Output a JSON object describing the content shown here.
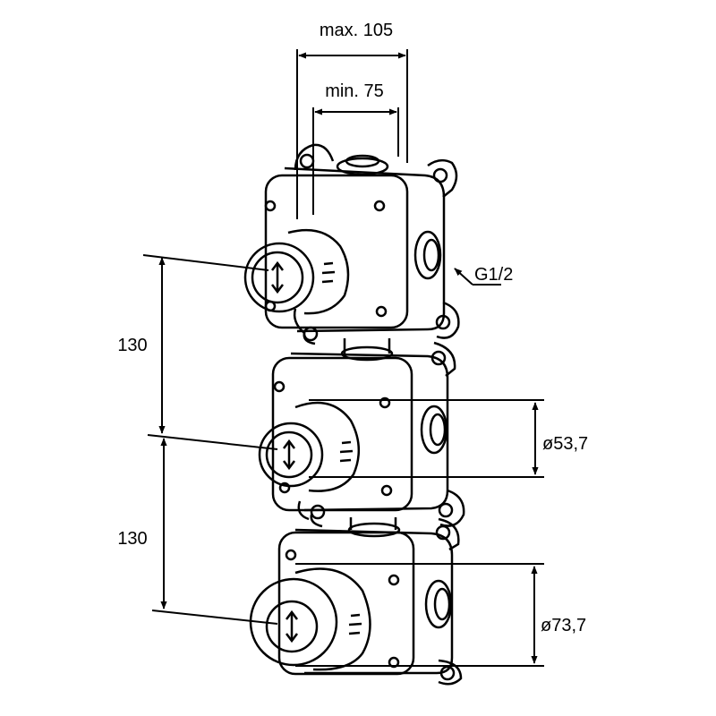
{
  "dimensions": {
    "max_width": "max. 105",
    "min_width": "min. 75",
    "spacing_upper": "130",
    "spacing_lower": "130",
    "thread": "G1/2",
    "dia_middle": "ø53,7",
    "dia_bottom": "ø73,7"
  },
  "symbols": {
    "arrow": "double-headed-arrow",
    "knob_icon": "up-down-arrow-icon"
  },
  "colors": {
    "line": "#000000",
    "background": "#ffffff"
  }
}
